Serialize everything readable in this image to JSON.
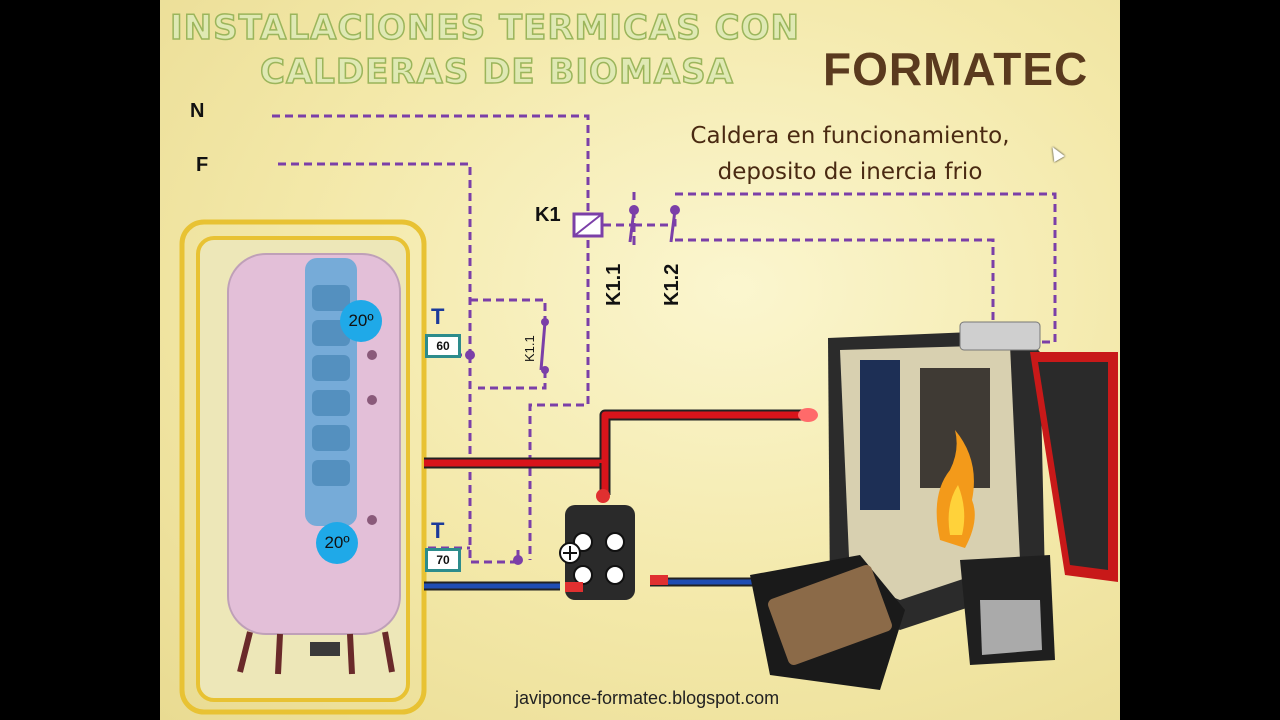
{
  "title_line1": "INSTALACIONES TERMICAS CON",
  "title_line2": "CALDERAS DE BIOMASA",
  "brand": "FORMATEC",
  "status_line1": "Caldera en funcionamiento,",
  "status_line2": "deposito de inercia frio",
  "labels": {
    "neutral": "N",
    "phase": "F",
    "relay": "K1",
    "contact1": "K1.1",
    "contact2": "K1.2",
    "contact_tank": "K1.1"
  },
  "tank": {
    "temp_top": "20º",
    "temp_bottom": "20º"
  },
  "thermostats": [
    {
      "letter": "T",
      "setpoint": "60"
    },
    {
      "letter": "T",
      "setpoint": "70"
    }
  ],
  "footer": "javiponce-formatec.blogspot.com",
  "colors": {
    "wire": "#7b3fa8",
    "hot_pipe": "#d8141b",
    "cold_pipe": "#1f4db3",
    "temp_badge": "#1fa9e8",
    "brand": "#5a3a1e"
  }
}
